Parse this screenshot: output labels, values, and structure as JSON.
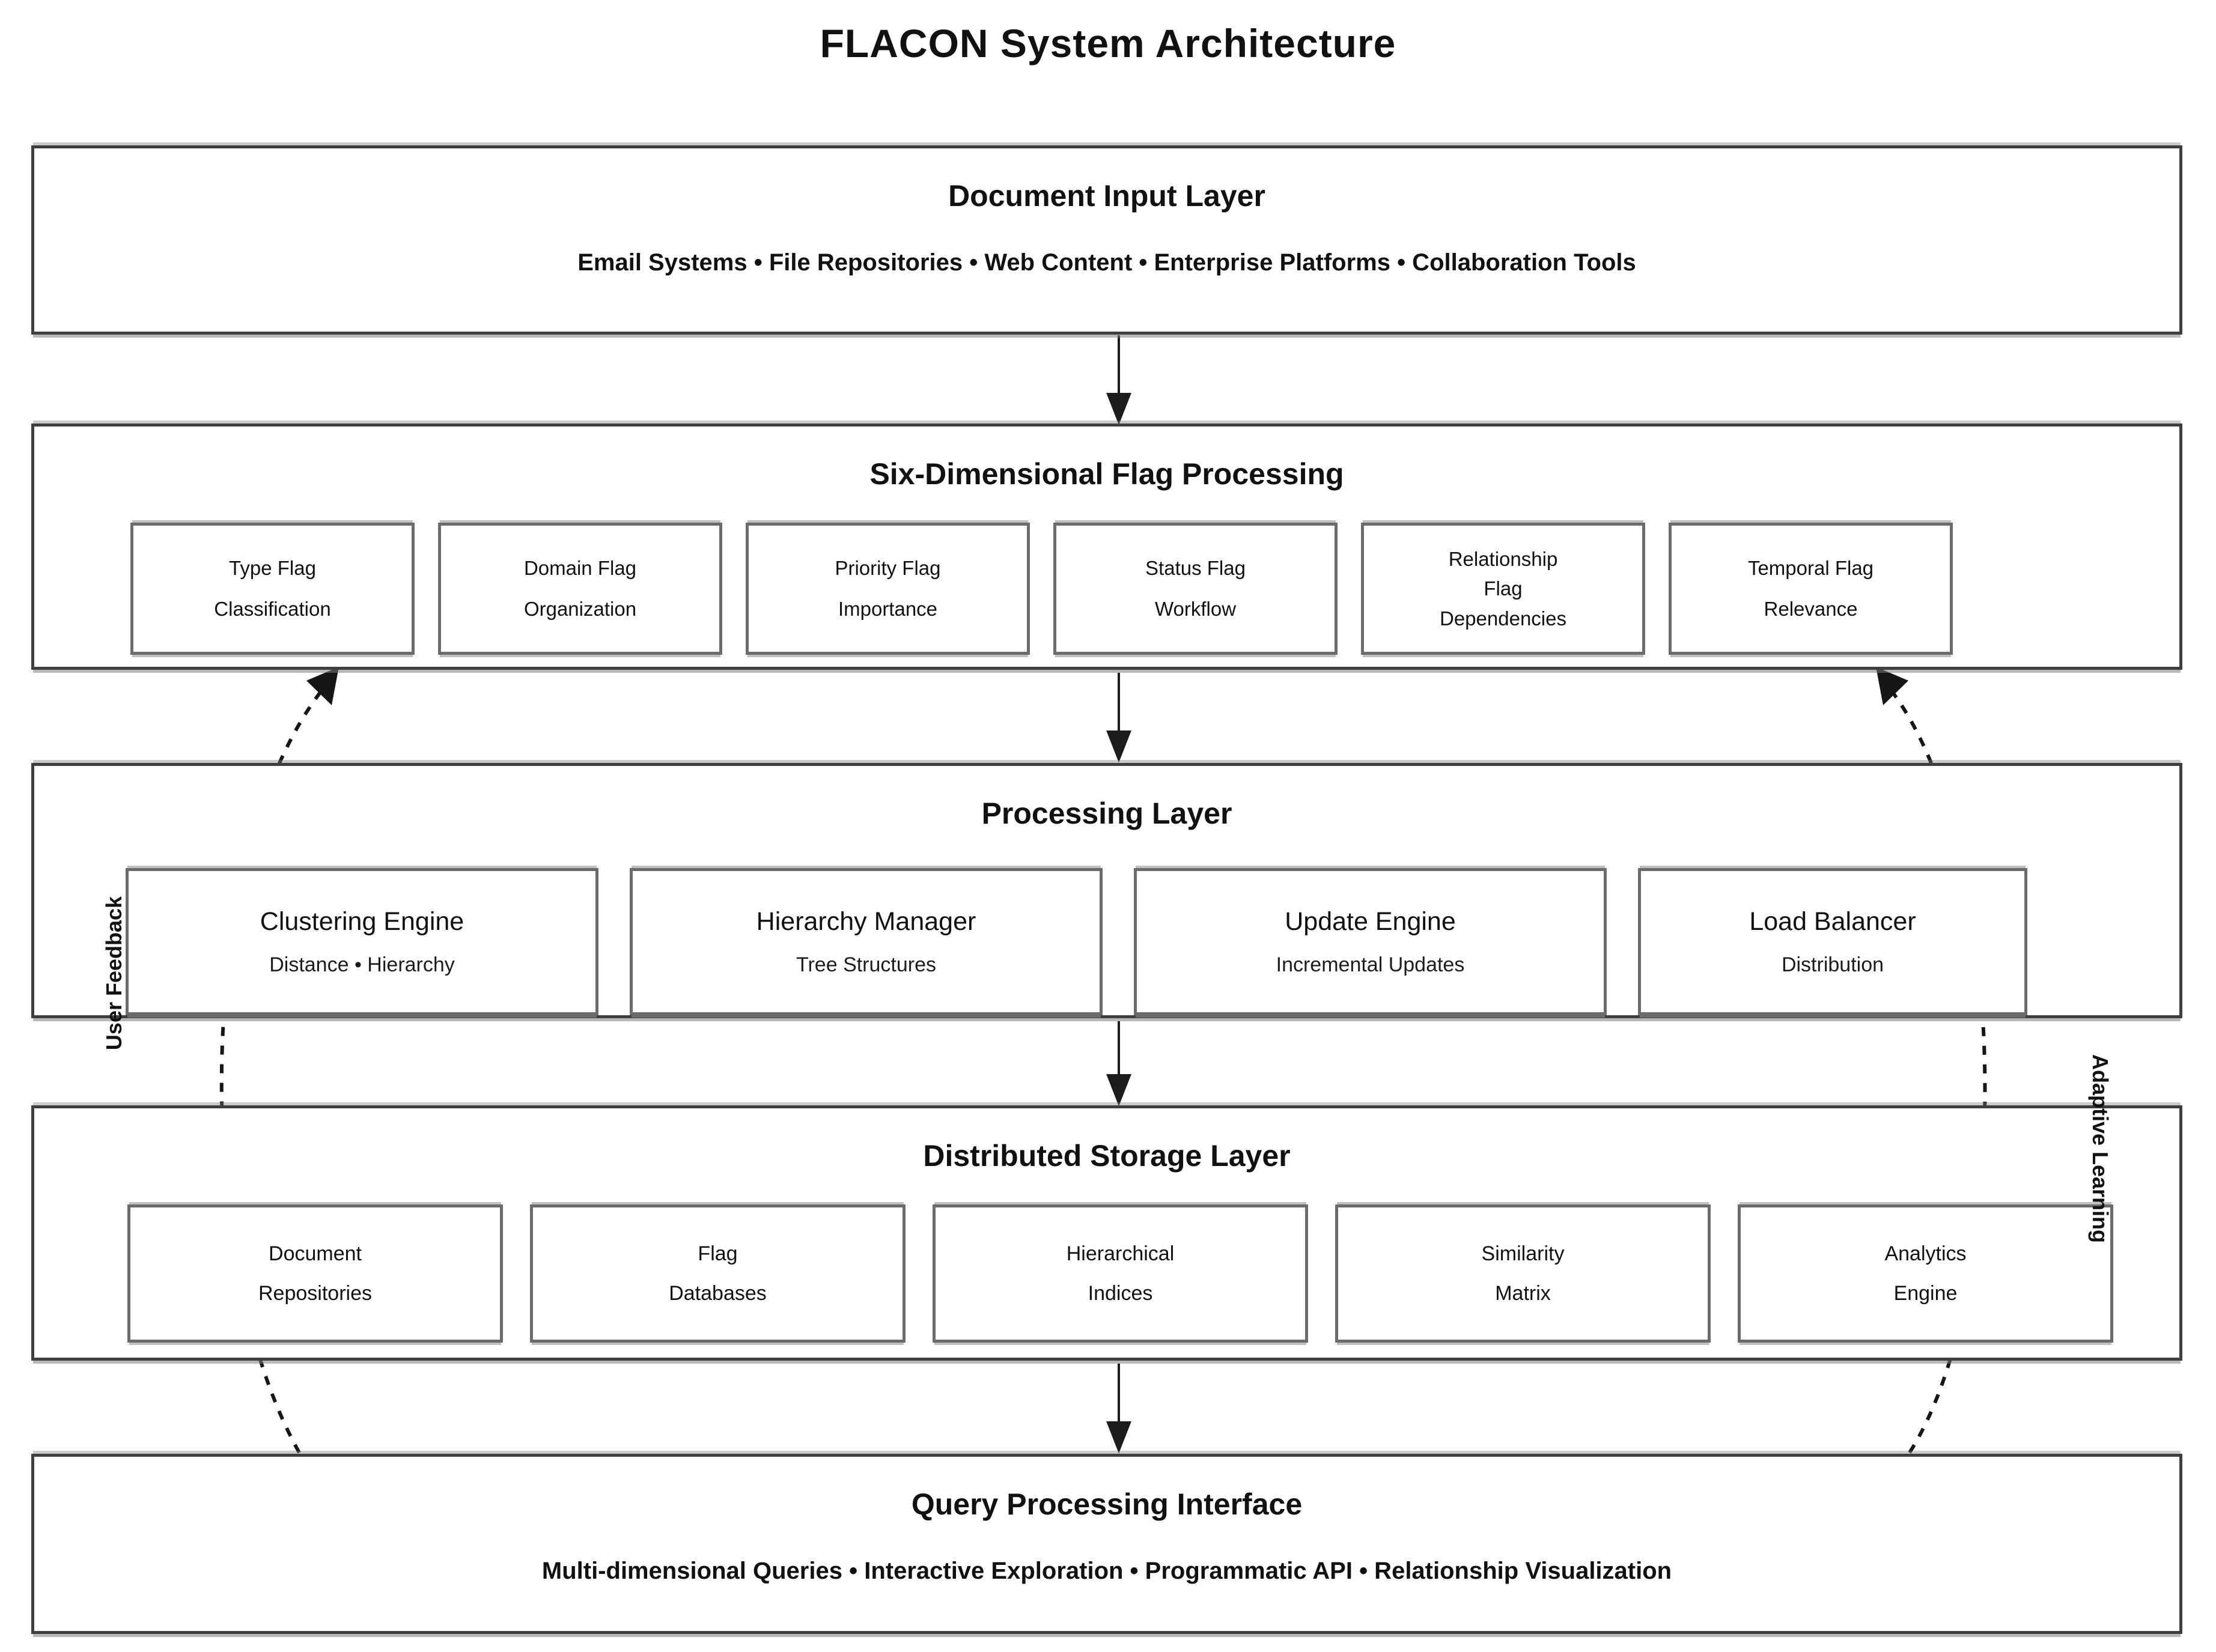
{
  "title": "FLACON System Architecture",
  "colors": {
    "ink": "#111111",
    "layer_border": "#3f3f3f",
    "node_border": "#6b6b6b",
    "background": "#ffffff"
  },
  "layers": {
    "input": {
      "title": "Document Input Layer",
      "subtitle": "Email Systems • File Repositories • Web Content • Enterprise Platforms • Collaboration Tools"
    },
    "flags": {
      "title": "Six-Dimensional Flag Processing",
      "boxes": [
        {
          "lines": [
            "Type Flag",
            "Classification"
          ]
        },
        {
          "lines": [
            "Domain Flag",
            "Organization"
          ]
        },
        {
          "lines": [
            "Priority Flag",
            "Importance"
          ]
        },
        {
          "lines": [
            "Status Flag",
            "Workflow"
          ]
        },
        {
          "lines": [
            "Relationship",
            "Flag",
            "Dependencies"
          ]
        },
        {
          "lines": [
            "Temporal Flag",
            "Relevance"
          ]
        }
      ]
    },
    "processing": {
      "title": "Processing Layer",
      "boxes": [
        {
          "title": "Clustering Engine",
          "subtitle": "Distance • Hierarchy"
        },
        {
          "title": "Hierarchy Manager",
          "subtitle": "Tree Structures"
        },
        {
          "title": "Update Engine",
          "subtitle": "Incremental Updates"
        },
        {
          "title": "Load Balancer",
          "subtitle": "Distribution"
        }
      ]
    },
    "storage": {
      "title": "Distributed Storage Layer",
      "boxes": [
        {
          "lines": [
            "Document",
            "Repositories"
          ]
        },
        {
          "lines": [
            "Flag",
            "Databases"
          ]
        },
        {
          "lines": [
            "Hierarchical",
            "Indices"
          ]
        },
        {
          "lines": [
            "Similarity",
            "Matrix"
          ]
        },
        {
          "lines": [
            "Analytics",
            "Engine"
          ]
        }
      ]
    },
    "query": {
      "title": "Query Processing Interface",
      "subtitle": "Multi-dimensional Queries • Interactive Exploration • Programmatic API • Relationship Visualization"
    }
  },
  "annotations": {
    "left": "User Feedback",
    "right": "Adaptive Learning"
  }
}
